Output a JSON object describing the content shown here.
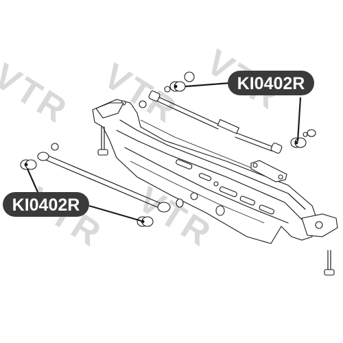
{
  "watermark": {
    "text": "VTR",
    "color": "#d9d9d9"
  },
  "callouts": [
    {
      "label": "KI0402R",
      "box_color": "#3a3a3a",
      "text_color": "#ffffff"
    },
    {
      "label": "KI0402R",
      "box_color": "#3a3a3a",
      "text_color": "#ffffff"
    }
  ],
  "diagram": {
    "subject": "rear suspension subframe with trailing links and bushings",
    "line_color": "#1a1a1a",
    "background": "#ffffff"
  }
}
